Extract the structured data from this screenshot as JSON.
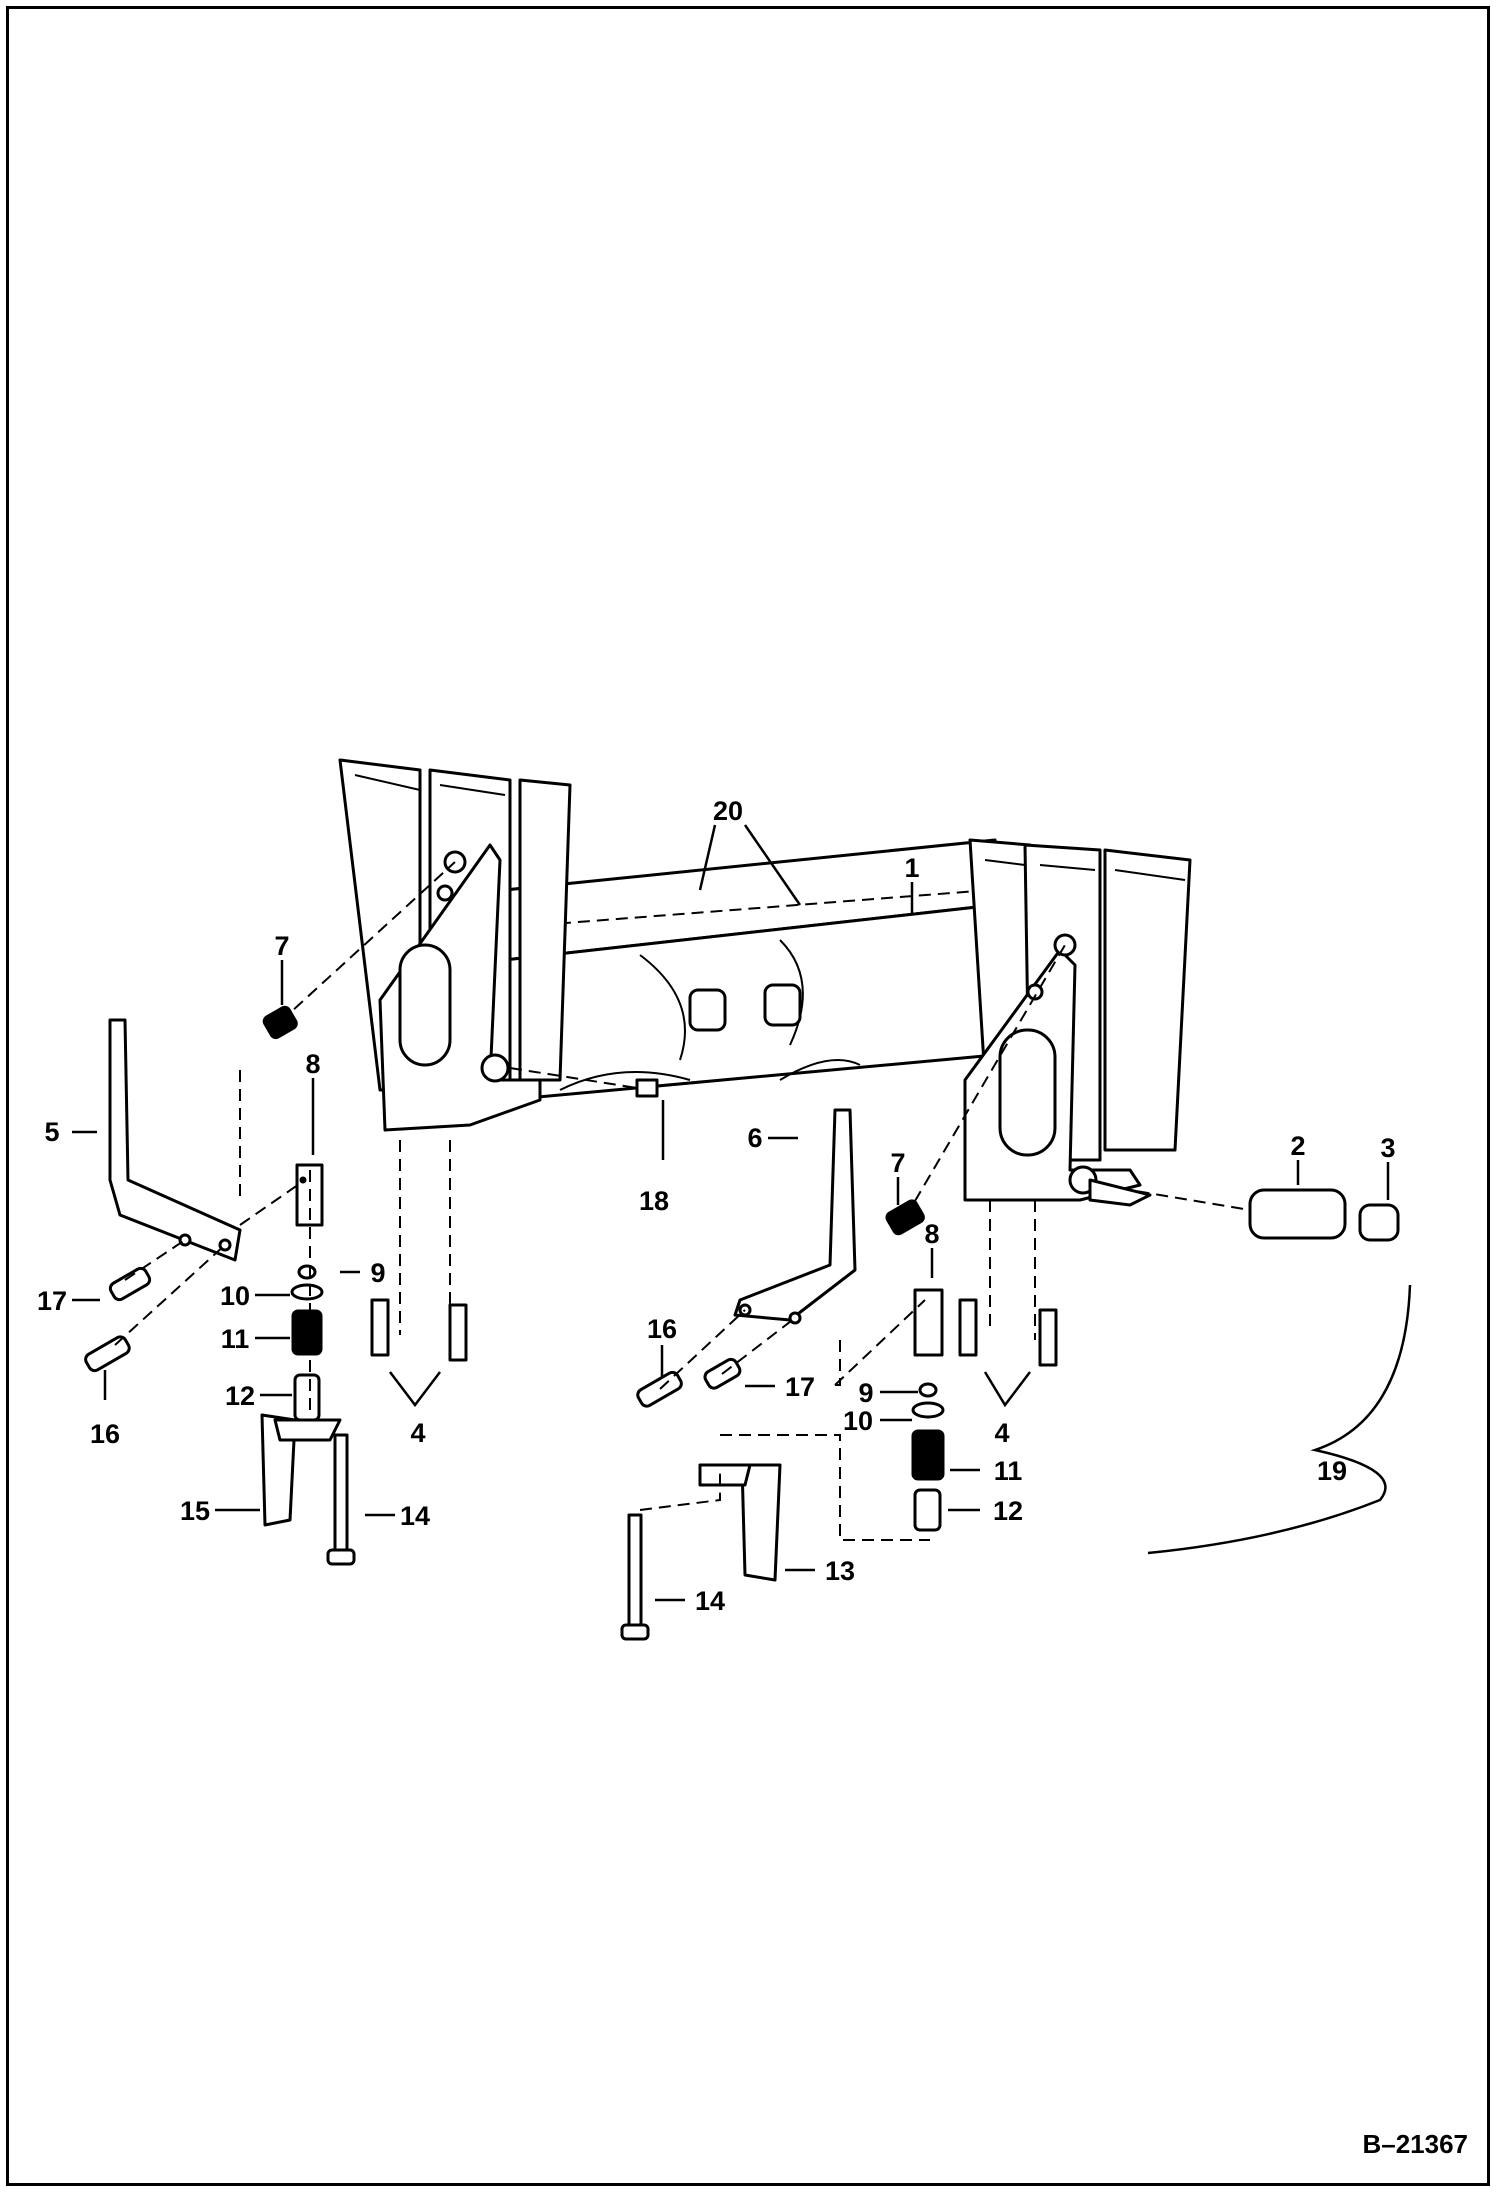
{
  "diagram": {
    "drawing_code": "B–21367",
    "callouts": {
      "c1": "1",
      "c2": "2",
      "c3": "3",
      "c4a": "4",
      "c4b": "4",
      "c5": "5",
      "c6": "6",
      "c7a": "7",
      "c7b": "7",
      "c8a": "8",
      "c8b": "8",
      "c9a": "9",
      "c9b": "9",
      "c10a": "10",
      "c10b": "10",
      "c11a": "11",
      "c11b": "11",
      "c12a": "12",
      "c12b": "12",
      "c13": "13",
      "c14a": "14",
      "c14b": "14",
      "c15": "15",
      "c16a": "16",
      "c16b": "16",
      "c17a": "17",
      "c17b": "17",
      "c18": "18",
      "c19": "19",
      "c20": "20"
    }
  }
}
